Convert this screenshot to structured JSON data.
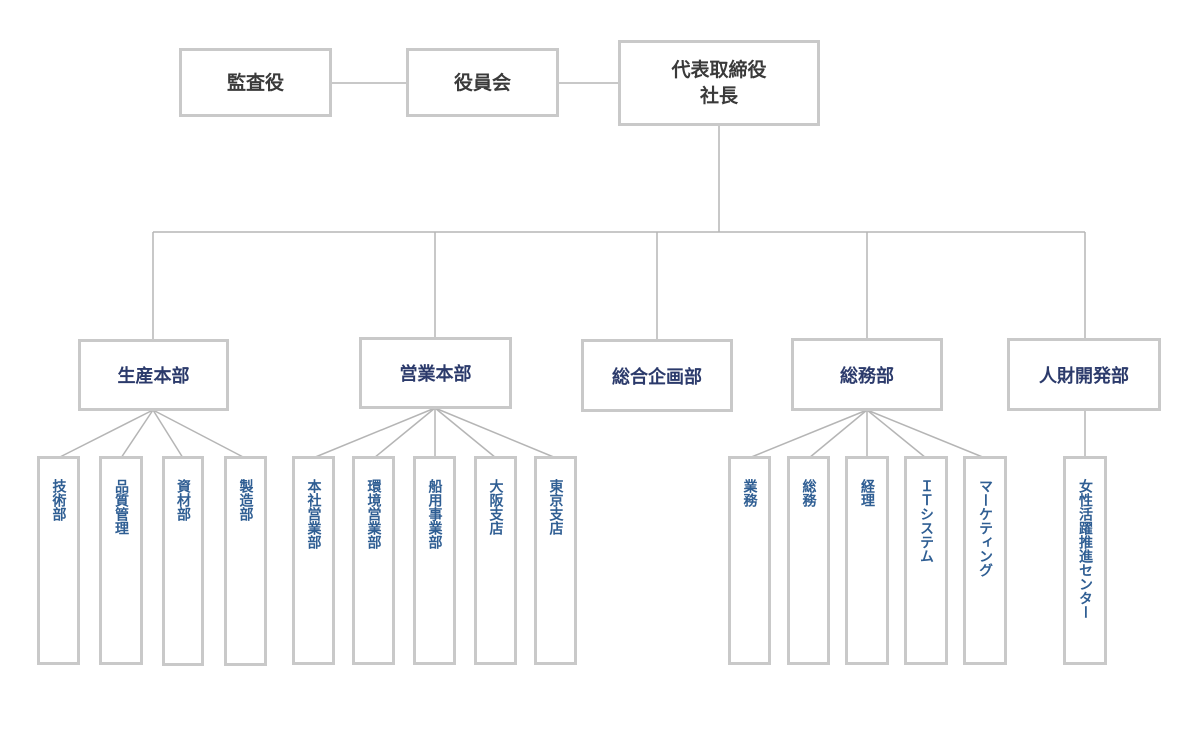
{
  "top": {
    "auditor": "監査役",
    "board": "役員会",
    "ceo_line1": "代表取締役",
    "ceo_line2": "社長"
  },
  "departments": {
    "production": {
      "name": "生産本部",
      "subs": [
        "技術部",
        "品質管理",
        "資材部",
        "製造部"
      ]
    },
    "sales": {
      "name": "営業本部",
      "subs": [
        "本社営業部",
        "環境営業部",
        "船用事業部",
        "大阪支店",
        "東京支店"
      ]
    },
    "planning": {
      "name": "総合企画部",
      "subs": []
    },
    "general_affairs": {
      "name": "総務部",
      "subs": [
        "業務",
        "総務",
        "経理",
        "ＩＴシステム",
        "マーケティング"
      ]
    },
    "hr": {
      "name": "人財開発部",
      "subs": [
        "女性活躍推進センター"
      ]
    }
  }
}
